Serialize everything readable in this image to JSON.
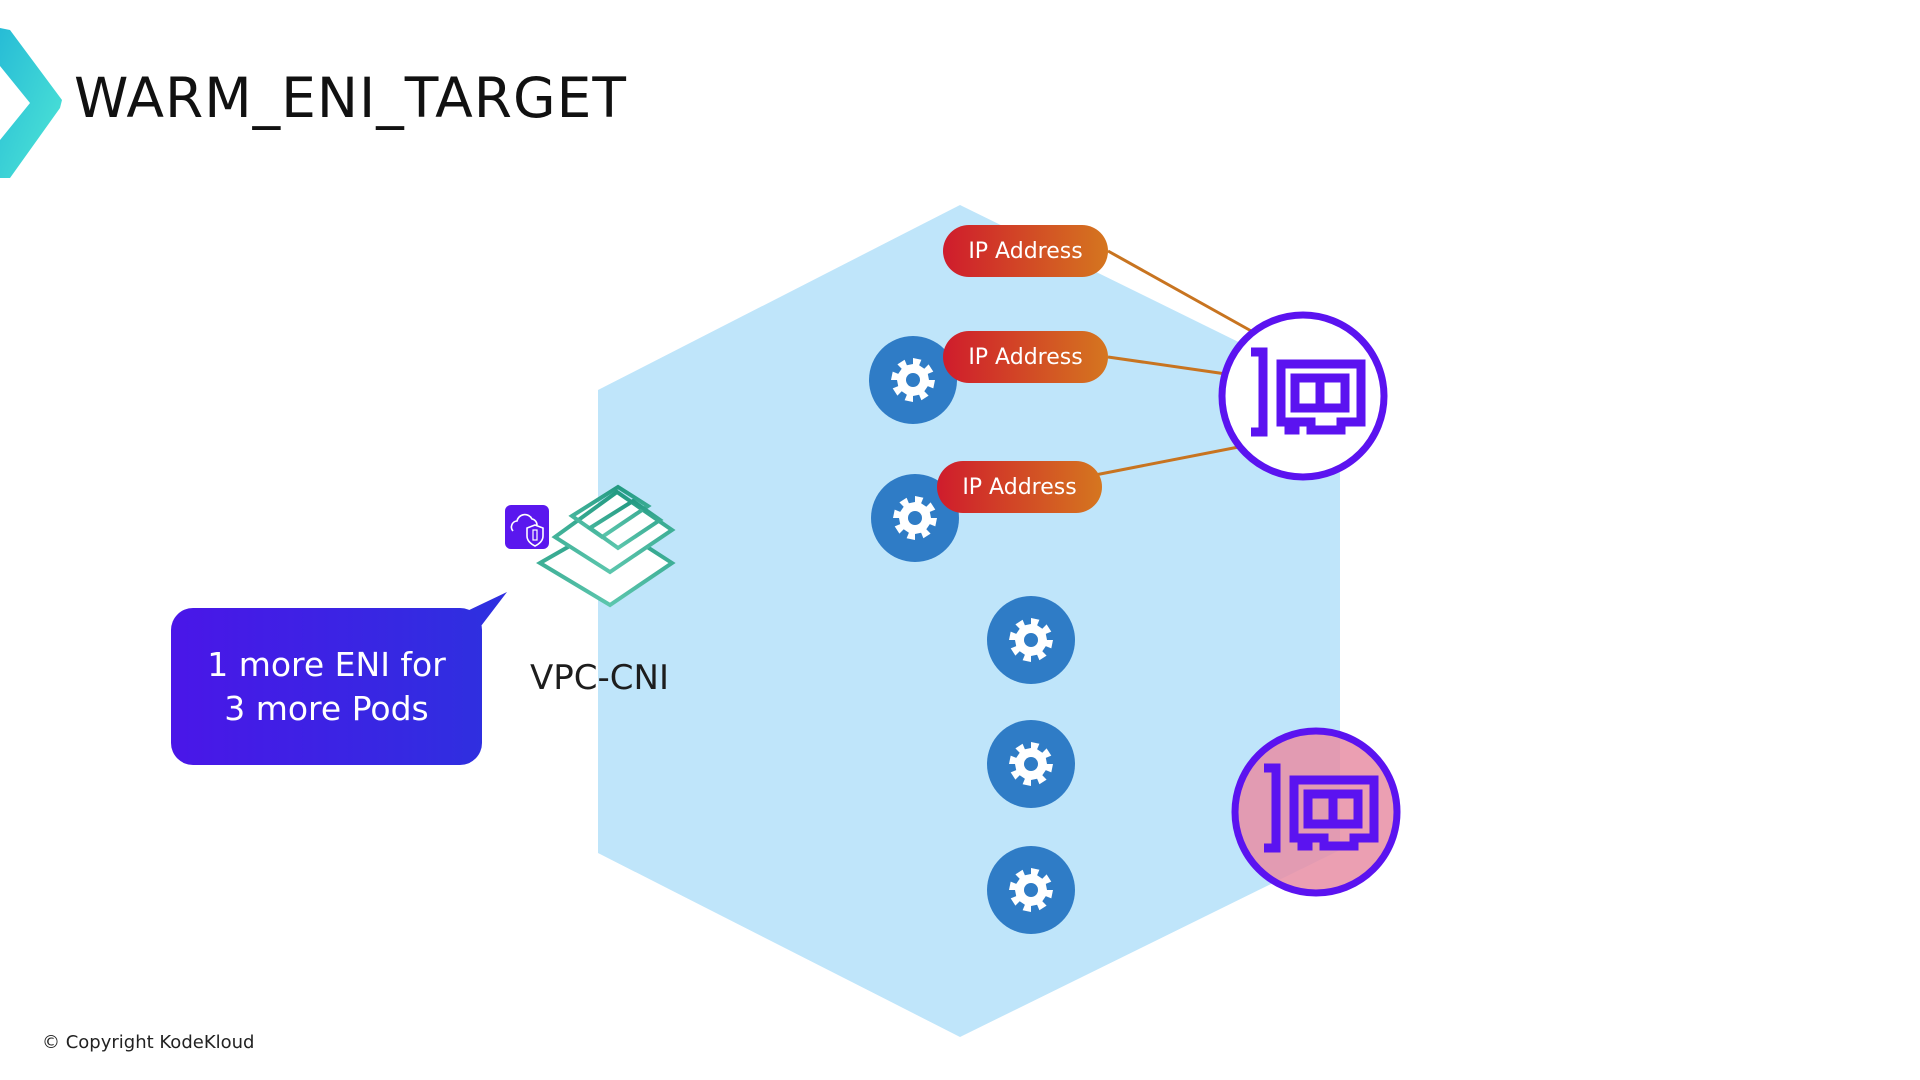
{
  "slide": {
    "title": "WARM_ENI_TARGET",
    "copyright": "© Copyright KodeKloud"
  },
  "diagram": {
    "node_group_label": "",
    "vpc_cni": {
      "label": "VPC-CNI",
      "badge_icon": "cloud-shield-icon",
      "icon": "stacked-layers-icon"
    },
    "callout": {
      "line1": "1 more ENI for",
      "line2": "3 more Pods"
    },
    "ip_addresses": [
      {
        "label": "IP Address"
      },
      {
        "label": "IP Address"
      },
      {
        "label": "IP Address"
      }
    ],
    "pods": [
      {
        "icon": "gear-icon",
        "has_ip": true
      },
      {
        "icon": "gear-icon",
        "has_ip": true
      },
      {
        "icon": "gear-icon",
        "has_ip": false
      },
      {
        "icon": "gear-icon",
        "has_ip": false
      },
      {
        "icon": "gear-icon",
        "has_ip": false
      }
    ],
    "enis": [
      {
        "icon": "network-card-icon",
        "state": "attached"
      },
      {
        "icon": "network-card-icon",
        "state": "new"
      }
    ]
  },
  "colors": {
    "hexagon": "#bfe5fa",
    "pod": "#2f7cc6",
    "eni": "#5b13f0",
    "eni_new_fill": "#e88ea4",
    "ip_start": "#cf1c2c",
    "ip_end": "#d5761f",
    "connector": "#c87420",
    "accent_teal": "#45d9d0",
    "cni_green": "#2c9c86"
  }
}
